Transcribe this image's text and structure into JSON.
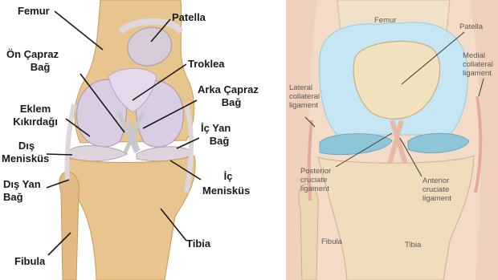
{
  "left_panel": {
    "labels": {
      "femur": "Femur",
      "patella": "Patella",
      "on_capraz_1": "Ön Çapraz",
      "on_capraz_2": "Bağ",
      "troklea": "Troklea",
      "arka_capraz_1": "Arka Çapraz",
      "arka_capraz_2": "Bağ",
      "eklem_1": "Eklem",
      "eklem_2": "Kıkırdağı",
      "ic_yan_1": "İç Yan",
      "ic_yan_2": "Bağ",
      "dis_menis_1": "Dış",
      "dis_menis_2": "Menisküs",
      "dis_yan_1": "Dış Yan",
      "dis_yan_2": "Bağ",
      "ic_menis_1": "İç",
      "ic_menis_2": "Menisküs",
      "fibula": "Fibula",
      "tibia": "Tibia"
    }
  },
  "right_panel": {
    "labels": {
      "femur": "Femur",
      "patella": "Patella",
      "medial_1": "Medial",
      "medial_2": "collateral",
      "medial_3": "ligament",
      "lateral_1": "Lateral",
      "lateral_2": "collateral",
      "lateral_3": "ligament",
      "posterior_1": "Posterior",
      "posterior_2": "cruciate",
      "posterior_3": "ligament",
      "anterior_1": "Anterior",
      "anterior_2": "cruciate",
      "anterior_3": "ligament",
      "fibula": "Fibula",
      "tibia": "Tibia"
    }
  },
  "colors": {
    "bone": "#e7c38d",
    "bone_dark": "#c99a5a",
    "cartilage": "#d9cde0",
    "meniscus": "#ddd2d8",
    "ligament": "#e8d5cf",
    "right_bg": "#f3dbc8",
    "right_cartilage": "#c6e6f4",
    "right_meniscus": "#8ec5d9",
    "leader": "#1a1a1a"
  }
}
